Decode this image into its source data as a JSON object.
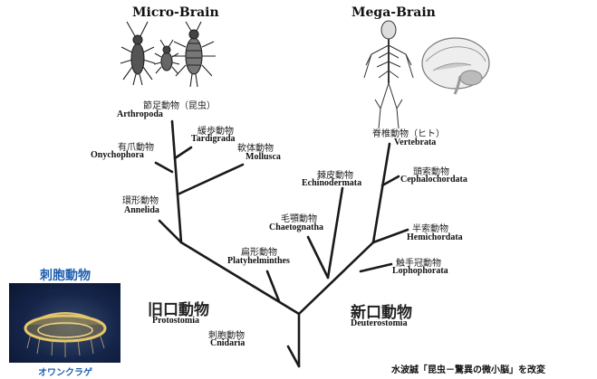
{
  "headers": {
    "micro_brain": "Micro-Brain",
    "mega_brain": "Mega-Brain"
  },
  "taxa": {
    "arthropoda": {
      "jp": "節足動物（昆虫）",
      "en": "Arthropoda"
    },
    "tardigrada": {
      "jp": "緩歩動物",
      "en": "Tardigrada"
    },
    "onychophora": {
      "jp": "有爪動物",
      "en": "Onychophora"
    },
    "mollusca": {
      "jp": "軟体動物",
      "en": "Mollusca"
    },
    "annelida": {
      "jp": "環形動物",
      "en": "Annelida"
    },
    "platyhelminthes": {
      "jp": "扁形動物",
      "en": "Platyhelminthes"
    },
    "chaetognatha": {
      "jp": "毛顎動物",
      "en": "Chaetognatha"
    },
    "echinodermata": {
      "jp": "棘皮動物",
      "en": "Echinodermata"
    },
    "vertebrata": {
      "jp": "脊椎動物（ヒト）",
      "en": "Vertebrata"
    },
    "cephalochordata": {
      "jp": "頭索動物",
      "en": "Cephalochordata"
    },
    "hemichordata": {
      "jp": "半索動物",
      "en": "Hemichordata"
    },
    "lophophorata": {
      "jp": "触手冠動物",
      "en": "Lophophorata"
    },
    "cnidaria": {
      "jp": "刺胞動物",
      "en": "Cnidaria"
    }
  },
  "groups": {
    "protostomia": {
      "jp": "旧口動物",
      "en": "Protostomia"
    },
    "deuterostomia": {
      "jp": "新口動物",
      "en": "Deuterostomia"
    }
  },
  "cnidaria_box": {
    "title": "刺胞動物",
    "caption": "オワンクラゲ"
  },
  "credit": "水波誠「昆虫－驚異の微小脳」を改変"
}
